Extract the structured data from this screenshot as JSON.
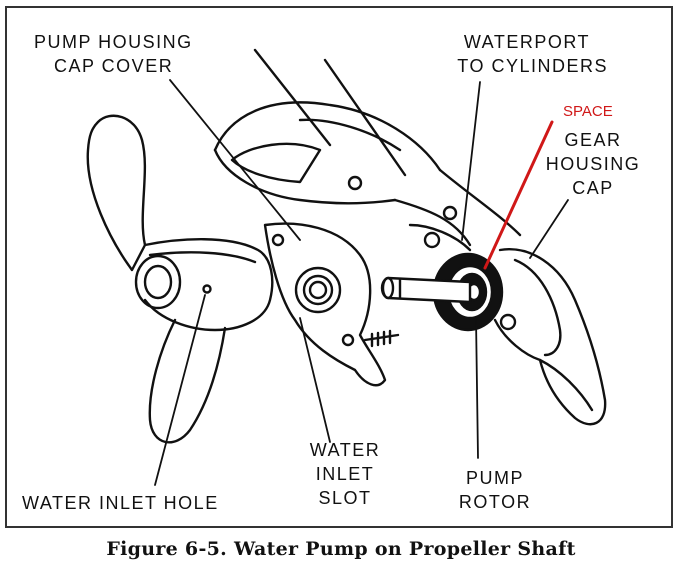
{
  "labels": {
    "pump_housing_cap_cover": [
      "PUMP HOUSING",
      "CAP COVER"
    ],
    "waterport_to_cylinders": [
      "WATERPORT",
      "TO CYLINDERS"
    ],
    "space": "SPACE",
    "gear_housing_cap": [
      "GEAR",
      "HOUSING",
      "CAP"
    ],
    "water_inlet_hole": "WATER INLET HOLE",
    "water_inlet_slot": [
      "WATER",
      "INLET",
      "SLOT"
    ],
    "pump_rotor": [
      "PUMP",
      "ROTOR"
    ]
  },
  "caption": "Figure 6-5. Water Pump on Propeller Shaft",
  "colors": {
    "ink": "#111111",
    "highlight_red": "#d01818",
    "border": "#333333",
    "background": "#ffffff"
  }
}
